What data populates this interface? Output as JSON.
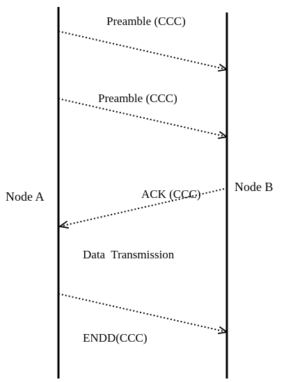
{
  "nodes": {
    "a": {
      "label": "Node A"
    },
    "b": {
      "label": "Node B"
    }
  },
  "messages": [
    {
      "label": "Preamble (CCC)",
      "from": "Node A",
      "to": "Node B"
    },
    {
      "label": "Preamble (CCC)",
      "from": "Node A",
      "to": "Node B"
    },
    {
      "label": "ACK (CCC)",
      "from": "Node B",
      "to": "Node A"
    },
    {
      "label": "Data  Transmission"
    },
    {
      "label": "ENDD(CCC)",
      "from": "Node A",
      "to": "Node B"
    }
  ],
  "colors": {
    "line": "#000000",
    "background": "#ffffff"
  }
}
